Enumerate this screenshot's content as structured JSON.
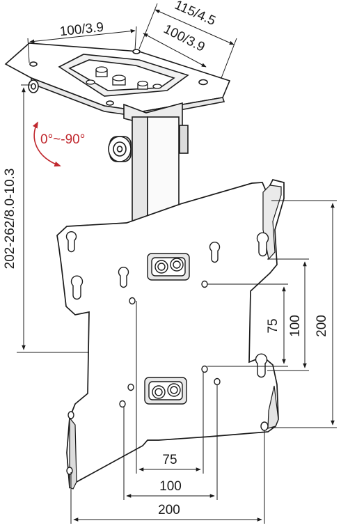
{
  "dimensions": {
    "top_width": "100/3.9",
    "top_diagonal": "115/4.5",
    "top_depth": "100/3.9",
    "height_range": "202-262/8.0-10.3",
    "tilt": "0°~-90°",
    "v_small": "75",
    "v_mid": "100",
    "v_large": "200",
    "h_small": "75",
    "h_mid": "100",
    "h_large": "200"
  },
  "colors": {
    "line": "#1a1a1a",
    "accent": "#c0272d",
    "background": "#ffffff"
  }
}
